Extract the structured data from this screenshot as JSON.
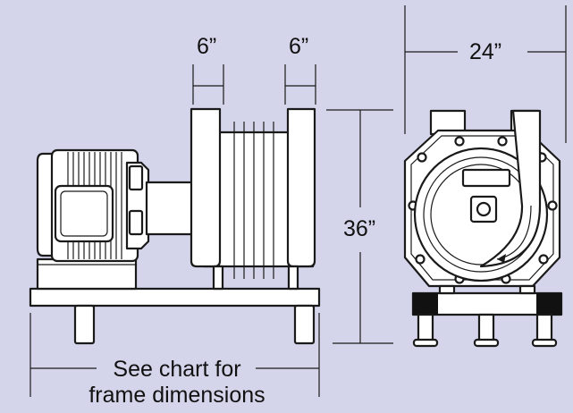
{
  "dimensions": {
    "inlet_width_left": "6”",
    "inlet_width_right": "6”",
    "overall_width": "24”",
    "overall_height": "36”"
  },
  "frame_note": {
    "line1": "See chart for",
    "line2": "frame dimensions"
  },
  "colors": {
    "background": "#d4d5ea",
    "line": "#1a1a1a",
    "fill": "#ffffff",
    "feet": "#111111"
  }
}
